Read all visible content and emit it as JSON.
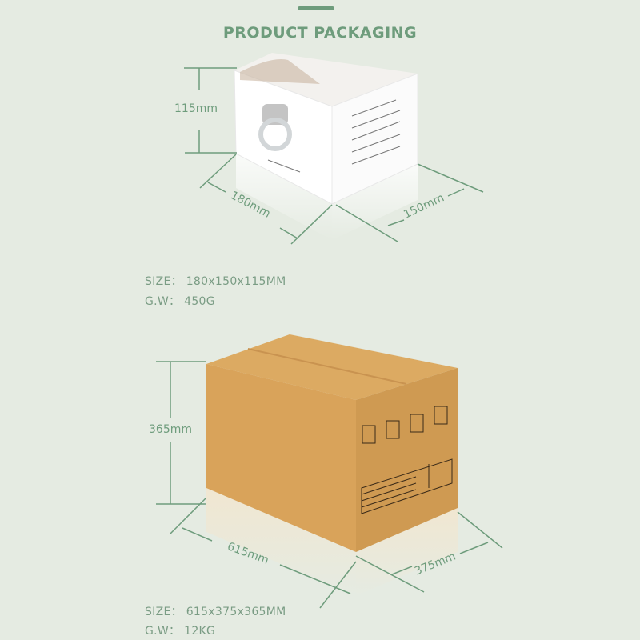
{
  "title": "PRODUCT PACKAGING",
  "colors": {
    "accent": "#6e9c7c",
    "background": "#e5ebe2",
    "cardboard": "#d8a45c"
  },
  "retail_box": {
    "height_label": "115mm",
    "length_label": "180mm",
    "width_label": "150mm",
    "size_label": "SIZE：",
    "size_value": "180x150x115MM",
    "weight_label": "G.W：",
    "weight_value": "450G"
  },
  "shipping_carton": {
    "height_label": "365mm",
    "length_label": "615mm",
    "width_label": "375mm",
    "size_label": "SIZE：",
    "size_value": "615x375x365MM",
    "weight_label": "G.W：",
    "weight_value": "12KG"
  }
}
